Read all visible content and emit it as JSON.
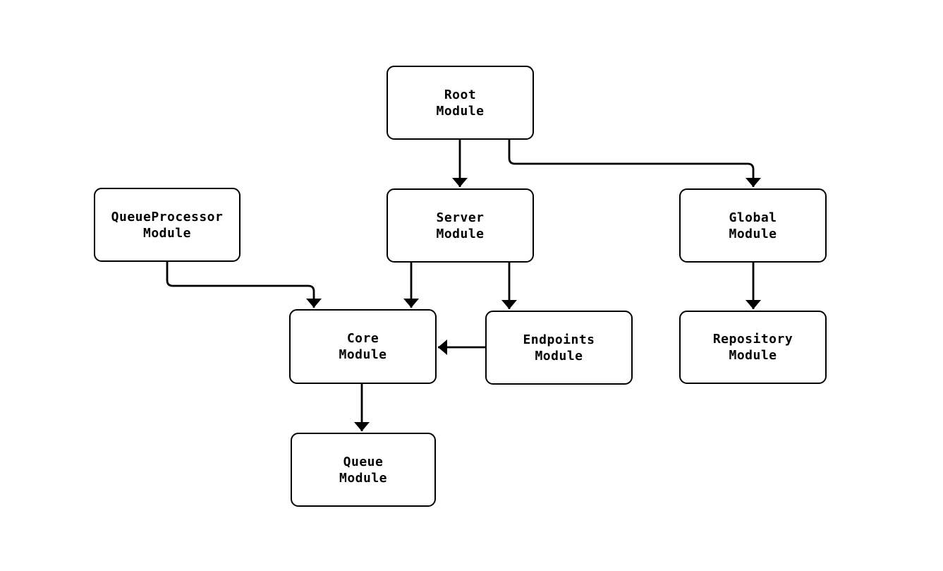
{
  "canvas": {
    "background": "#ffffff",
    "stroke_color": "#000000",
    "text_color": "#000000"
  },
  "nodes": {
    "root": {
      "label": "Root\nModule"
    },
    "queueprocessor": {
      "label": "QueueProcessor\nModule"
    },
    "server": {
      "label": "Server\nModule"
    },
    "global": {
      "label": "Global\nModule"
    },
    "core": {
      "label": "Core\nModule"
    },
    "endpoints": {
      "label": "Endpoints\nModule"
    },
    "repository": {
      "label": "Repository\nModule"
    },
    "queue": {
      "label": "Queue\nModule"
    }
  },
  "edges": [
    {
      "from": "Root Module",
      "to": "Server Module"
    },
    {
      "from": "Root Module",
      "to": "Global Module"
    },
    {
      "from": "QueueProcessor Module",
      "to": "Core Module"
    },
    {
      "from": "Server Module",
      "to": "Core Module"
    },
    {
      "from": "Server Module",
      "to": "Endpoints Module"
    },
    {
      "from": "Endpoints Module",
      "to": "Core Module"
    },
    {
      "from": "Global Module",
      "to": "Repository Module"
    },
    {
      "from": "Core Module",
      "to": "Queue Module"
    }
  ]
}
